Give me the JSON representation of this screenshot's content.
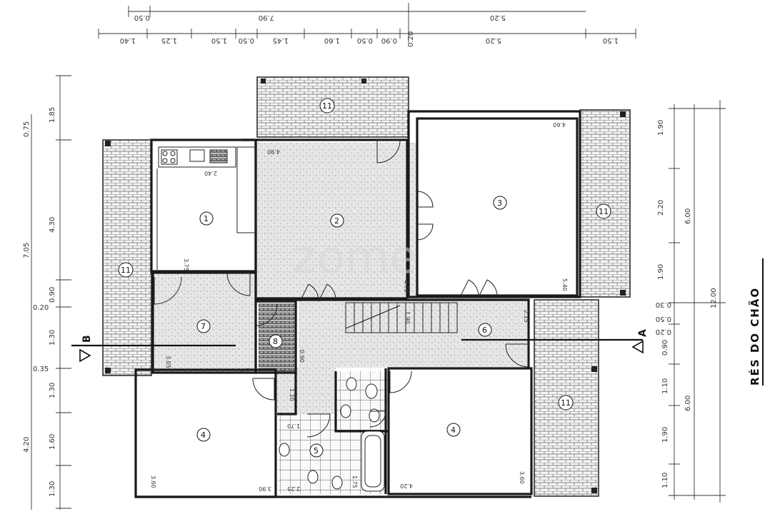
{
  "plan_title": "RÉS DO CHÃO",
  "watermark": "zome",
  "section_marks": {
    "a": "A",
    "b": "B"
  },
  "rooms": [
    {
      "number": "1",
      "dims": [
        "2.40",
        "3.75"
      ]
    },
    {
      "number": "2",
      "dims": [
        "4.90",
        "4.70"
      ]
    },
    {
      "number": "3",
      "dims": [
        "4.60",
        "5.40"
      ]
    },
    {
      "number": "4",
      "dims": [
        "3.60",
        "3.90"
      ]
    },
    {
      "number": "4",
      "dims": [
        "4.20",
        "3.60"
      ]
    },
    {
      "number": "5",
      "dims": [
        "2.25",
        "1.75",
        "1.70"
      ]
    },
    {
      "number": "6",
      "dims": [
        "2.15"
      ]
    },
    {
      "number": "7",
      "dims": [
        "3.05",
        "2.00"
      ]
    },
    {
      "number": "8",
      "dims": [
        "1.35"
      ]
    },
    {
      "number": "11"
    }
  ],
  "corridor_dims": [
    "1.90",
    "0.90",
    "1.10"
  ],
  "top_dims_row1": [
    "0.50",
    "7.90",
    "5.20"
  ],
  "top_dims_row2": [
    "1.40",
    "1.25",
    "1.50",
    "0.50",
    "1.45",
    "1.60",
    "0.50",
    "0.90",
    "0.20",
    "5.20",
    "1.50"
  ],
  "left_dims": [
    "0.75",
    "1.85",
    "4.30",
    "7.05",
    "0.90",
    "0.20",
    "1.30",
    "0.35",
    "1.30",
    "1.60",
    "4.20",
    "1.30"
  ],
  "right_dims_inner": [
    "1.90",
    "2.20",
    "1.90",
    "0.30",
    "0.50",
    "0.20",
    "0.90",
    "1.10",
    "1.90",
    "1.10"
  ],
  "right_dims_outer": [
    "6.00",
    "6.00"
  ],
  "right_total": "12.00"
}
